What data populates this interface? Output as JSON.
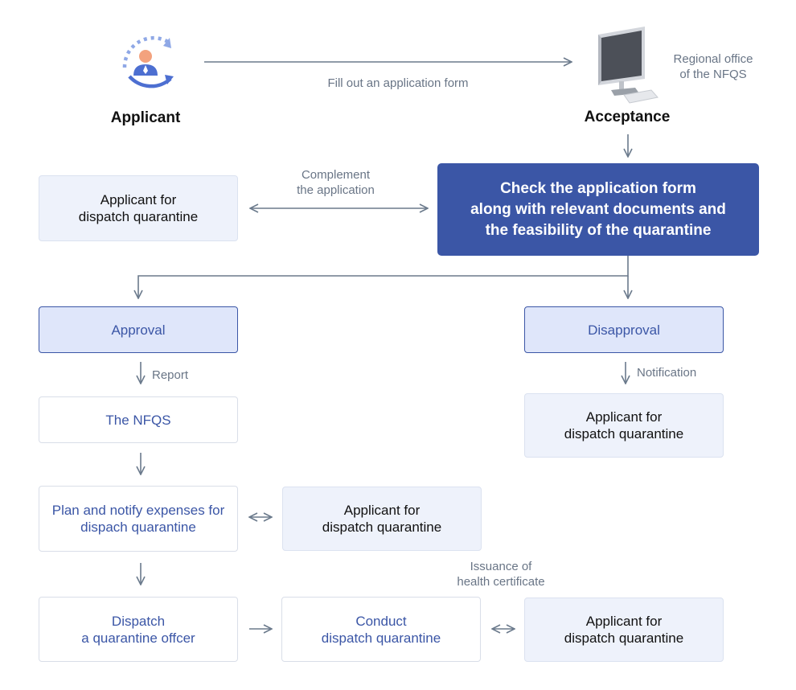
{
  "top": {
    "applicant_title": "Applicant",
    "acceptance_title": "Acceptance",
    "regional_office": "Regional office\nof the NFQS",
    "fill_out_label": "Fill out an application form"
  },
  "check_box": "Check the application form\nalong with relevant documents and\nthe feasibility of the quarantine",
  "complement_label": "Complement\nthe application",
  "applicant_box_text": "Applicant for\ndispatch quarantine",
  "approval": "Approval",
  "disapproval": "Disapproval",
  "report_label": "Report",
  "notification_label": "Notification",
  "nfqs_box": "The NFQS",
  "plan_box": "Plan and notify expenses for\ndispach quarantine",
  "dispatch_box": "Dispatch\na quarantine offcer",
  "conduct_box": "Conduct\ndispatch quarantine",
  "issuance_label": "Issuance of\nhealth certificate",
  "colors": {
    "primary": "#3b56a6",
    "light_fill": "#eef2fb",
    "selected_fill": "#dfe6fa",
    "arrow": "#6b7a8c",
    "label": "#697586"
  },
  "icons": [
    "user-cycle-icon",
    "monitor-icon"
  ]
}
